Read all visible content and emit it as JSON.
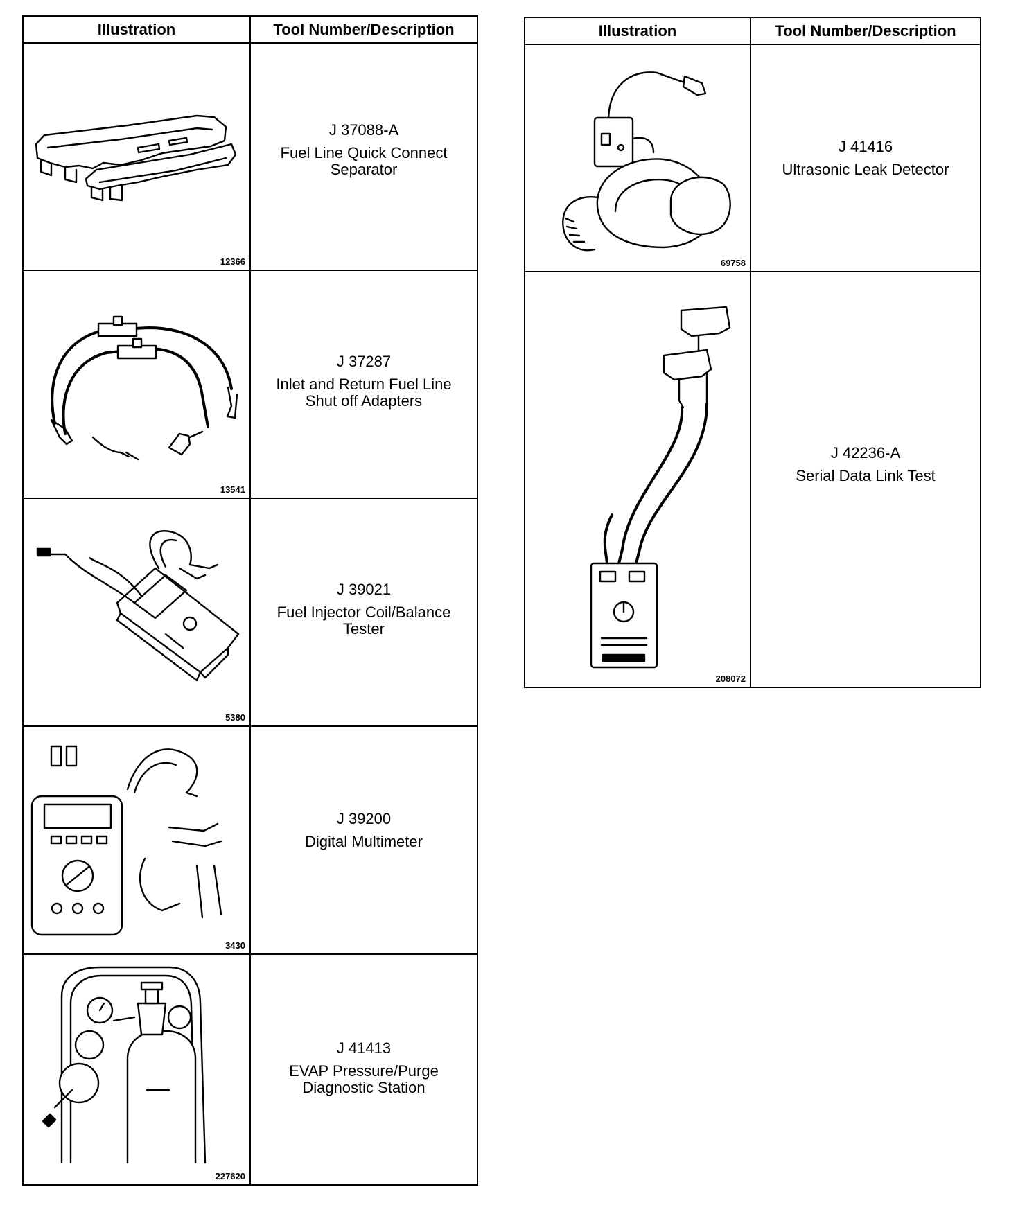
{
  "headers": {
    "illustration": "Illustration",
    "tool": "Tool Number/Description"
  },
  "left_rows": [
    {
      "fig": "12366",
      "number": "J 37088-A",
      "description": "Fuel Line Quick Connect Separator",
      "icon": "quick-connect-separator-icon"
    },
    {
      "fig": "13541",
      "number": "J 37287",
      "description": "Inlet and Return Fuel Line Shut off Adapters",
      "icon": "fuel-line-adapters-icon"
    },
    {
      "fig": "5380",
      "number": "J 39021",
      "description": "Fuel Injector Coil/Balance Tester",
      "icon": "injector-tester-icon"
    },
    {
      "fig": "3430",
      "number": "J 39200",
      "description": "Digital Multimeter",
      "icon": "multimeter-icon"
    },
    {
      "fig": "227620",
      "number": "J 41413",
      "description": "EVAP Pressure/Purge Diagnostic Station",
      "icon": "evap-station-icon"
    }
  ],
  "right_rows": [
    {
      "fig": "69758",
      "number": "J 41416",
      "description": "Ultrasonic Leak Detector",
      "icon": "leak-detector-icon"
    },
    {
      "fig": "208072",
      "number": "J 42236-A",
      "description": "Serial Data Link Test",
      "icon": "data-link-tester-icon"
    }
  ]
}
